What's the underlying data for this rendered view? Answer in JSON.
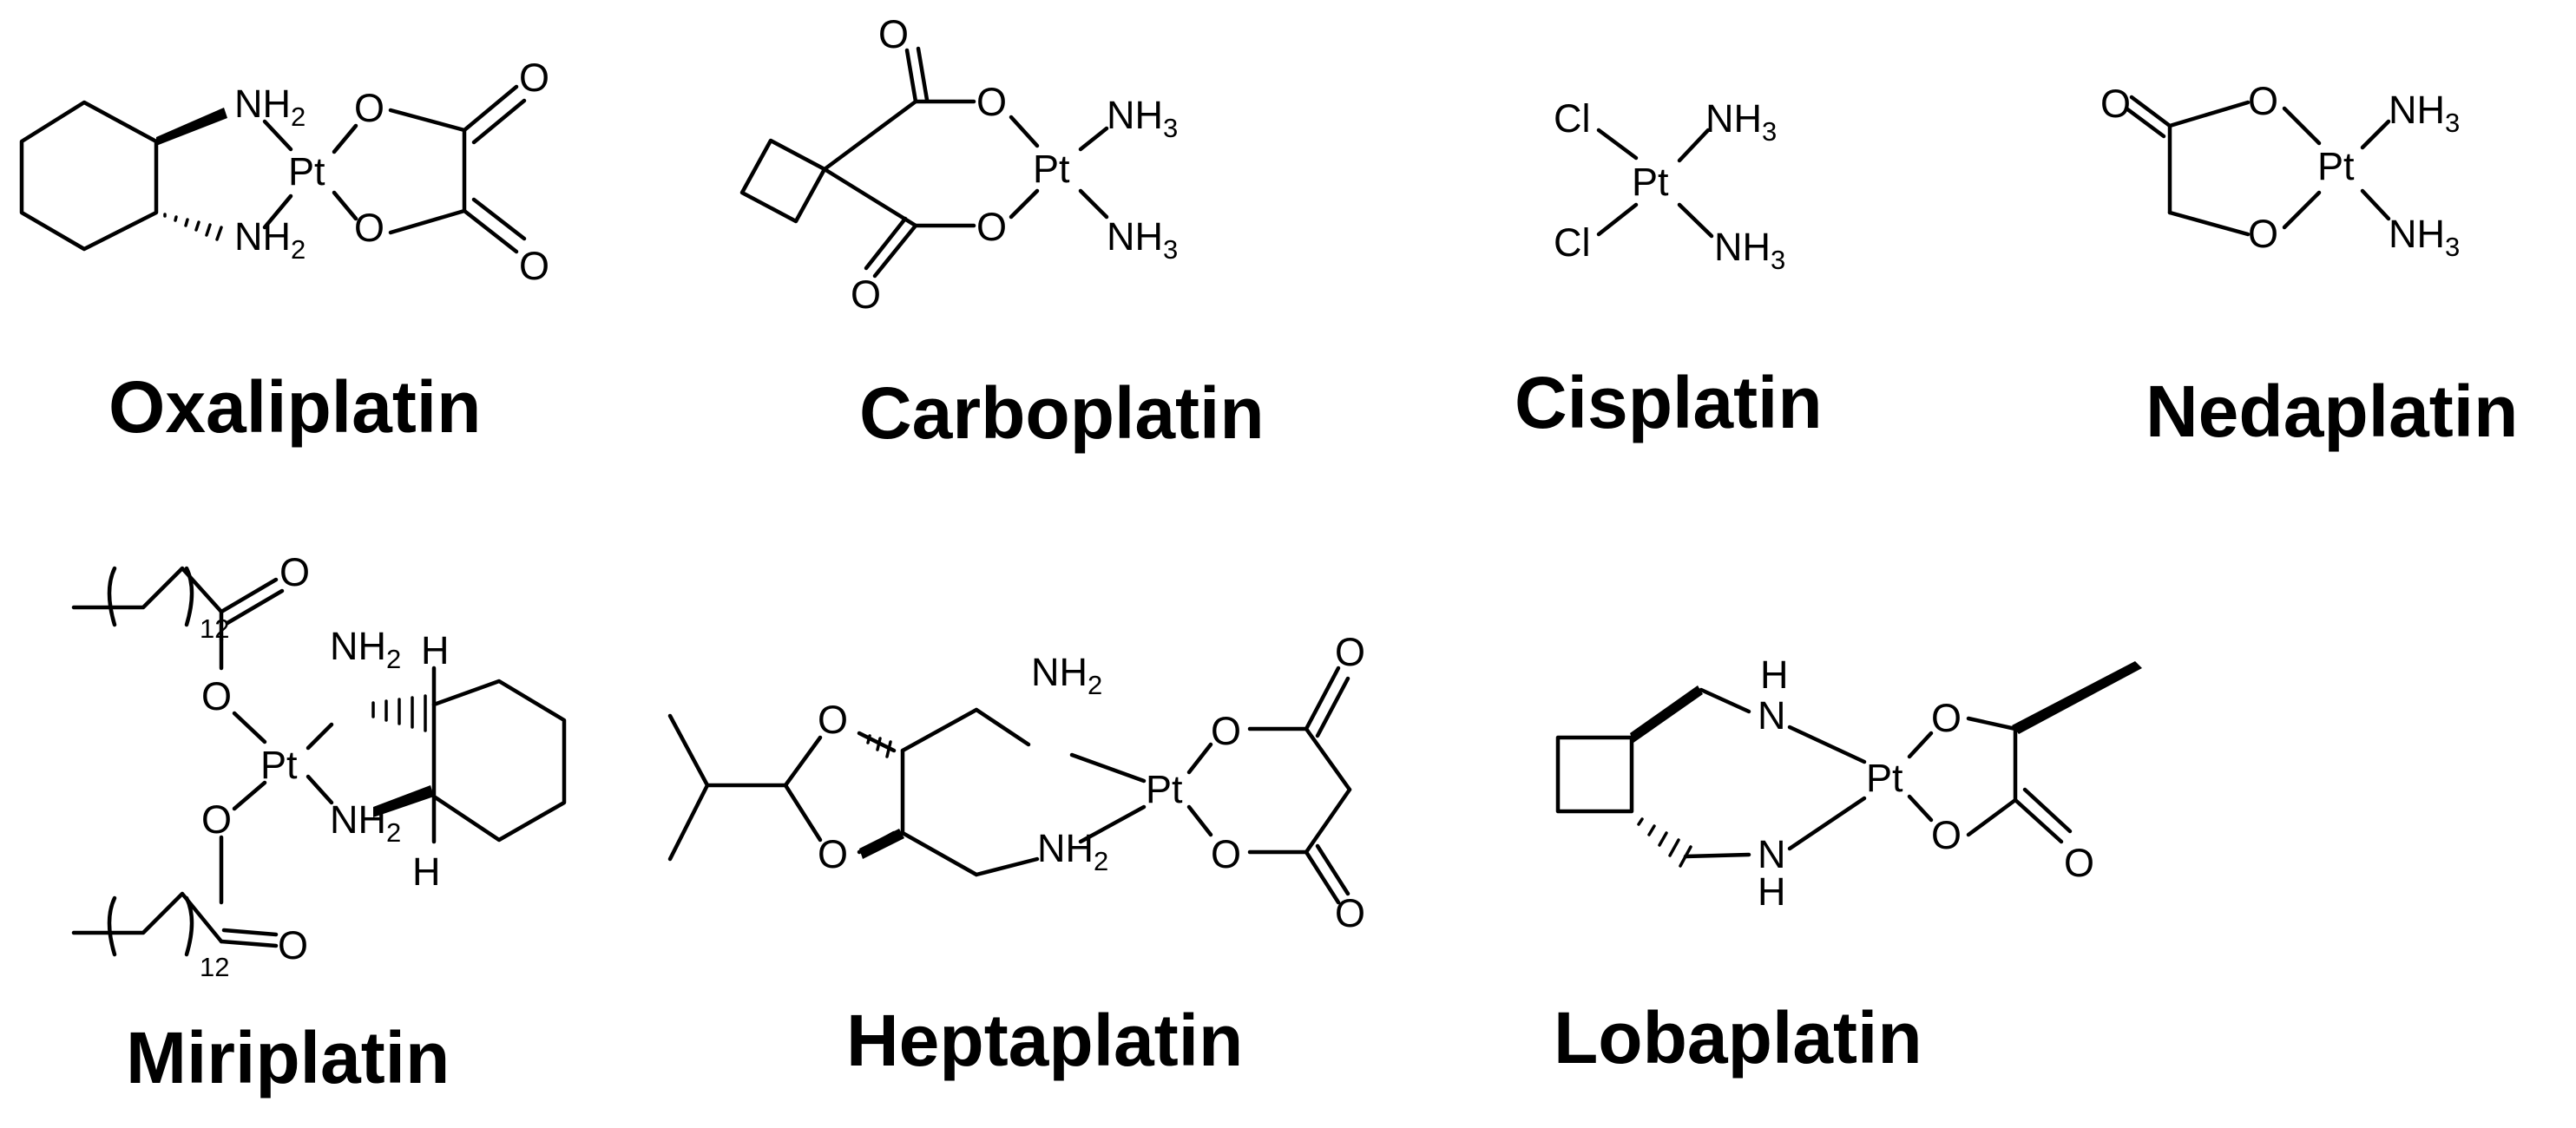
{
  "molecules": [
    {
      "id": "oxaliplatin",
      "name": "Oxaliplatin",
      "labels": {
        "nh2_top": "NH2",
        "nh2_bottom": "NH2",
        "pt": "Pt",
        "o1": "O",
        "o2": "O",
        "o3": "O",
        "o4": "O"
      }
    },
    {
      "id": "carboplatin",
      "name": "Carboplatin",
      "labels": {
        "o_top": "O",
        "o1": "O",
        "o2": "O",
        "o_bottom": "O",
        "pt": "Pt",
        "nh3_top": "NH3",
        "nh3_bottom": "NH3"
      }
    },
    {
      "id": "cisplatin",
      "name": "Cisplatin",
      "labels": {
        "cl_top": "Cl",
        "cl_bottom": "Cl",
        "pt": "Pt",
        "nh3_top": "NH3",
        "nh3_bottom": "NH3"
      }
    },
    {
      "id": "nedaplatin",
      "name": "Nedaplatin",
      "labels": {
        "o_keto": "O",
        "o1": "O",
        "o2": "O",
        "pt": "Pt",
        "nh3_top": "NH3",
        "nh3_bottom": "NH3"
      }
    },
    {
      "id": "miriplatin",
      "name": "Miriplatin",
      "labels": {
        "o_top": "O",
        "o1": "O",
        "o2": "O",
        "o_bottom": "O",
        "pt": "Pt",
        "nh2_top": "NH2",
        "nh2_bottom": "NH2",
        "h_top": "H",
        "h_bottom": "H",
        "n_top": "12",
        "n_bottom": "12"
      }
    },
    {
      "id": "heptaplatin",
      "name": "Heptaplatin",
      "labels": {
        "o_ring1": "O",
        "o_ring2": "O",
        "nh2_top": "NH2",
        "nh2_bottom": "NH2",
        "pt": "Pt",
        "o1": "O",
        "o2": "O",
        "o_top": "O",
        "o_bottom": "O"
      }
    },
    {
      "id": "lobaplatin",
      "name": "Lobaplatin",
      "labels": {
        "h_top": "H",
        "n_top": "N",
        "h_bottom": "H",
        "n_bottom": "N",
        "pt": "Pt",
        "o1": "O",
        "o2": "O",
        "o_keto": "O"
      }
    }
  ]
}
